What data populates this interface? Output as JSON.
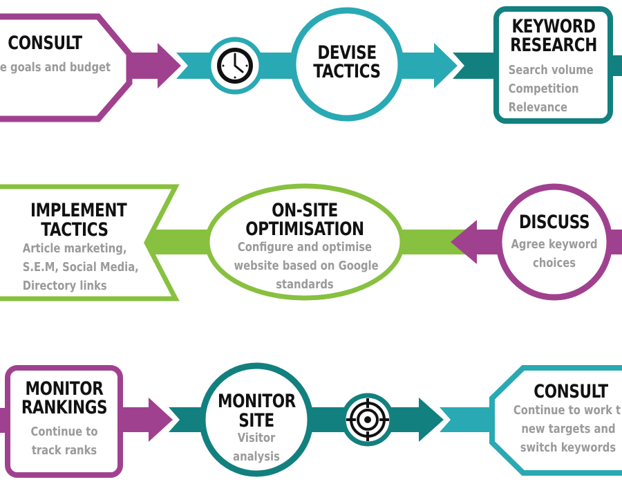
{
  "colors": {
    "purple": "#a0418f",
    "teal_light": "#29a9b4",
    "teal_dark": "#12807f",
    "green": "#88c03f",
    "title_text": "#111111",
    "sub_text": "#9a9a9a"
  },
  "steps": {
    "consult_top": {
      "title": "CONSULT",
      "lines": [
        "e goals and budget"
      ]
    },
    "devise": {
      "title_lines": [
        "DEVISE",
        "TACTICS"
      ]
    },
    "keyword": {
      "title_lines": [
        "KEYWORD",
        "RESEARCH"
      ],
      "lines": [
        "Search volume",
        "Competition",
        "Relevance"
      ]
    },
    "implement": {
      "title_lines": [
        "IMPLEMENT",
        "TACTICS"
      ],
      "lines": [
        "Article marketing,",
        "S.E.M, Social Media,",
        "Directory links"
      ]
    },
    "onsite": {
      "title_lines": [
        "ON-SITE",
        "OPTIMISATION"
      ],
      "lines": [
        "Configure and optimise",
        "website based on Google",
        "standards"
      ]
    },
    "discuss": {
      "title": "DISCUSS",
      "lines": [
        "Agree keyword",
        "choices"
      ]
    },
    "rankings": {
      "title_lines": [
        "MONITOR",
        "RANKINGS"
      ],
      "lines": [
        "Continue to",
        "track ranks"
      ]
    },
    "site": {
      "title_lines": [
        "MONITOR",
        "SITE"
      ],
      "lines": [
        "Visitor",
        "analysis"
      ]
    },
    "consult_bottom": {
      "title": "CONSULT",
      "lines": [
        "Continue to work t",
        "new targets and",
        "switch keywords"
      ]
    }
  },
  "icons": {
    "top": "clock-icon",
    "bottom": "target-icon"
  }
}
